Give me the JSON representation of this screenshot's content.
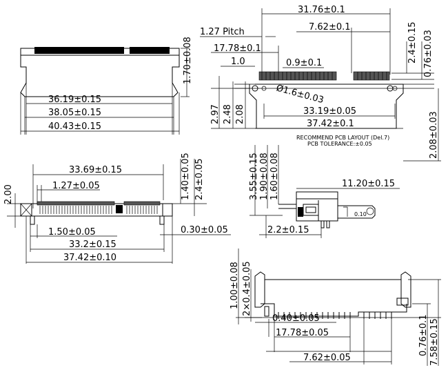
{
  "view_top_left": {
    "dims": [
      "1.70±0.08",
      "36.19±0.15",
      "38.05±0.15",
      "40.43±0.15"
    ]
  },
  "view_top_right": {
    "dims": [
      "31.76±0.1",
      "1.27 Pitch",
      "7.62±0.1",
      "2.4±0.15",
      "0.76±0.03",
      "17.78±0.1",
      "1.0",
      "0.9±0.1",
      "Ø1.6±0.03",
      "2.97",
      "2.48",
      "2.08",
      "33.19±0.05",
      "37.42±0.1",
      "2.08±0.03"
    ],
    "notes": [
      "RECOMMEND PCB LAYOUT (Del.7)",
      "PCB TOLERANCE:±0.05"
    ]
  },
  "view_mid_left": {
    "dims": [
      "33.69±0.15",
      "2.00",
      "1.27±0.05",
      "1.40±0.05",
      "2.4±0.05",
      "1.50±0.05",
      "33.2±0.15",
      "0.30±0.05",
      "37.42±0.10"
    ]
  },
  "view_side": {
    "dims": [
      "3.55±0.15",
      "1.90±0.08",
      "1.60±0.08",
      "11.20±0.15",
      "2.2±0.15"
    ],
    "label_small": "0.10"
  },
  "view_bottom": {
    "dims": [
      "1.00±0.08",
      "2×0.4±0.05",
      "0.40±0.05",
      "17.78±0.05",
      "7.62±0.05",
      "0.76±0.1",
      "7.58±0.15"
    ]
  }
}
